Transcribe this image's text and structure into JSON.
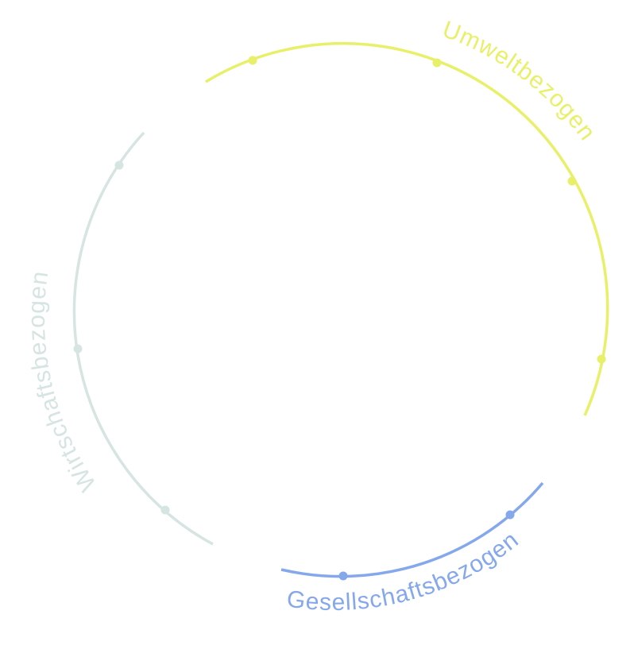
{
  "segments": [
    {
      "id": "umwelt",
      "label": "Umweltbezogen",
      "color": "#e8f06a",
      "dot_count": 4
    },
    {
      "id": "gesellschaft",
      "label": "Gesellschaftsbezogen",
      "color": "#85a8ec",
      "dot_count": 2
    },
    {
      "id": "wirtschaft",
      "label": "Wirtschaftsbezogen",
      "color": "#d6e4e2",
      "dot_count": 3
    }
  ]
}
